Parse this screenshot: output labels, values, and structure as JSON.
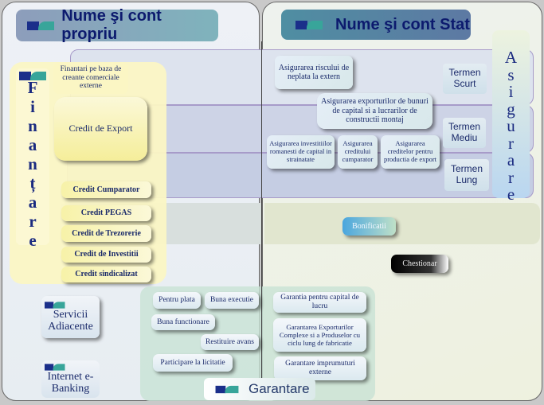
{
  "left_panel": {
    "title": "Nume şi cont propriu",
    "finantare": {
      "title_letters": [
        "F",
        "i",
        "n",
        "a",
        "n",
        "ț",
        "a",
        "r",
        "e"
      ],
      "items": [
        "Finantari pe baza de creante comerciale externe",
        "Credit de Export",
        "Credit Cumparator",
        "Credit PEGAS",
        "Credit de Trezorerie",
        "Credit de Investitii",
        "Credit sindicalizat"
      ]
    },
    "servicii": "Servicii Adiacente",
    "internet": "Internet e-Banking"
  },
  "right_panel": {
    "title": "Nume şi cont Stat",
    "asigurare": {
      "title_letters": [
        "A",
        "s",
        "i",
        "g",
        "u",
        "r",
        "a",
        "r",
        "e"
      ],
      "items": [
        "Asigurarea riscului de neplata la extern",
        "Asigurarea exporturilor de bunuri de capital si a lucrarilor de constructii montaj",
        "Asigurarea investitiilor romanesti de capital in strainatate",
        "Asigurarea creditului cumparator",
        "Asigurarea creditelor pentru productia de export"
      ],
      "terms": [
        "Termen Scurt",
        "Termen Mediu",
        "Termen Lung"
      ]
    },
    "bonificatii": "Bonificatii",
    "chestionar": "Chestionar"
  },
  "garantare": {
    "title": "Garantare",
    "left_items": [
      "Pentru plata",
      "Buna executie",
      "Buna functionare",
      "Restituire avans",
      "Participare la licitatie"
    ],
    "right_items": [
      "Garantia pentru capital de lucru",
      "Garantarea Exporturilor Complexe si a Produselor cu ciclu lung de fabricatie",
      "Garantare imprumuturi externe"
    ]
  }
}
